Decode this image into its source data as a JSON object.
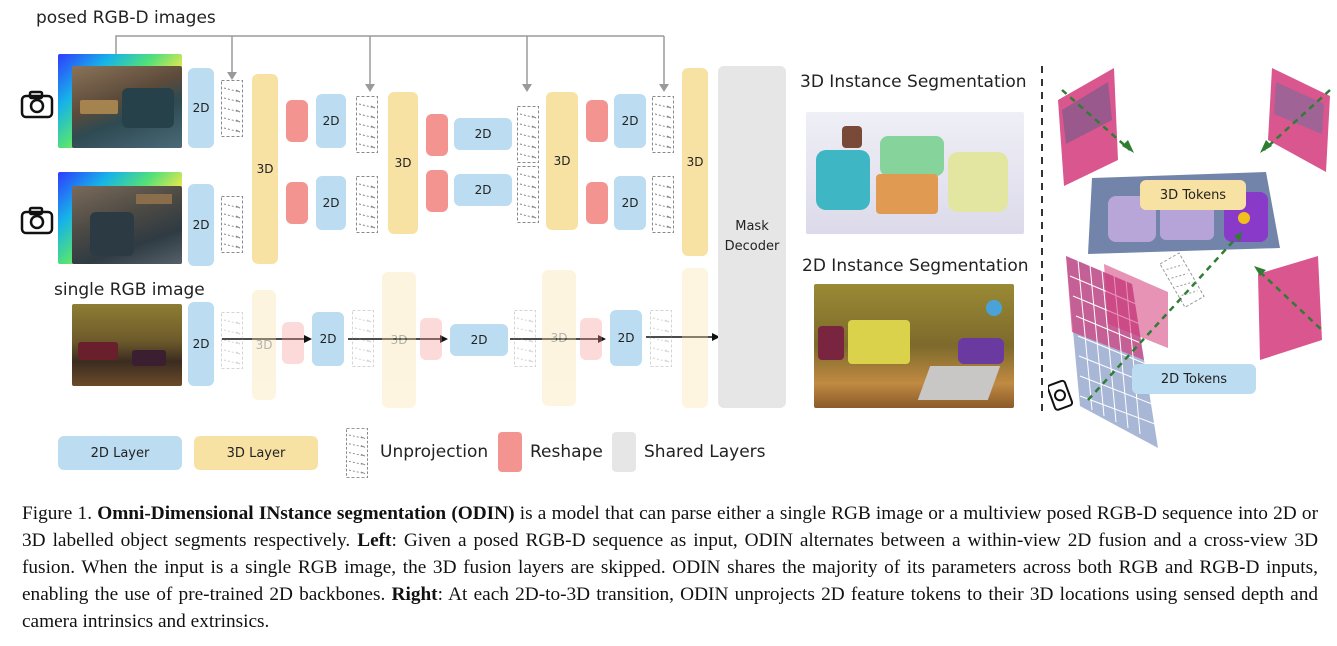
{
  "labels": {
    "posed_rgbd": "posed RGB-D images",
    "single_rgb": "single RGB image",
    "seg3d": "3D Instance Segmentation",
    "seg2d": "2D Instance Segmentation",
    "mask_decoder": "Mask\nDecoder",
    "tokens3d": "3D Tokens",
    "tokens2d": "2D Tokens"
  },
  "blocks": {
    "l2d": "2D",
    "l3d": "3D"
  },
  "legend": {
    "layer2d": "2D Layer",
    "layer3d": "3D Layer",
    "unprojection": "Unprojection",
    "reshape": "Reshape",
    "shared": "Shared Layers"
  },
  "caption": {
    "prefix": "Figure 1. ",
    "title": "Omni-Dimensional INstance segmentation (ODIN)",
    "part1": " is a model that can parse either a single RGB image or a multiview posed RGB-D sequence into 2D or 3D labelled object segments respectively. ",
    "left_label": "Left",
    "part2": ": Given a posed RGB-D sequence as input, ODIN alternates between a within-view 2D fusion and a cross-view 3D fusion. When the input is a single RGB image, the 3D fusion layers are skipped. ODIN shares the majority of its parameters across both RGB and RGB-D inputs, enabling the use of pre-trained 2D backbones. ",
    "right_label": "Right",
    "part3": ": At each 2D-to-3D transition, ODIN unprojects 2D feature tokens to their 3D locations using sensed depth and camera intrinsics and extrinsics."
  },
  "colors": {
    "layer2d": "#bcdcf1",
    "layer3d": "#f8e2a3",
    "reshape": "#f39491",
    "shared": "#e6e6e6",
    "arrow_green": "#2e7d32"
  },
  "icons": [
    "camera-icon",
    "unprojection-icon",
    "arrow-icon"
  ]
}
